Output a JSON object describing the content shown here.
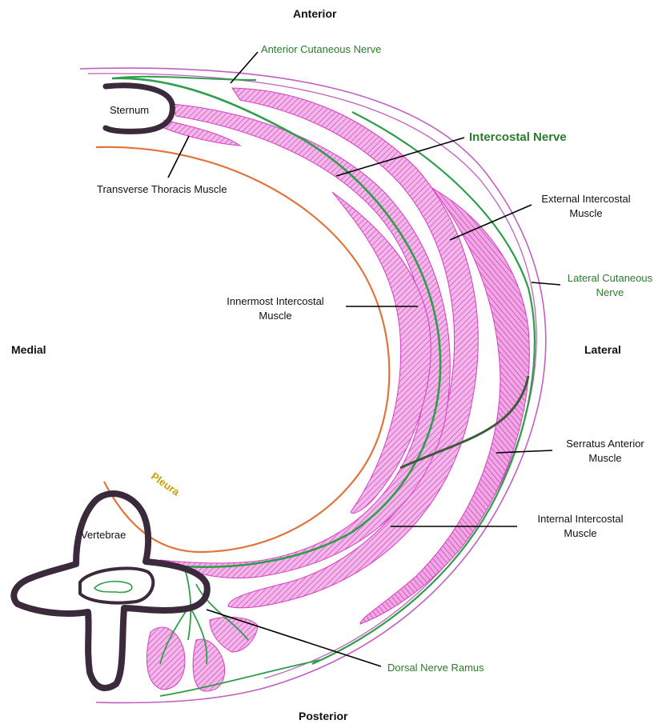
{
  "orientation": {
    "top": "Anterior",
    "bottom": "Posterior",
    "left": "Medial",
    "right": "Lateral"
  },
  "labels": {
    "anterior_cutaneous_nerve": "Anterior Cutaneous Nerve",
    "sternum": "Sternum",
    "intercostal_nerve": "Intercostal Nerve",
    "transverse_thoracis_muscle": "Transverse Thoracis Muscle",
    "external_intercostal_muscle": [
      "External Intercostal",
      "Muscle"
    ],
    "lateral_cutaneous_nerve": [
      "Lateral Cutaneous",
      "Nerve"
    ],
    "innermost_intercostal_muscle": [
      "Innermost Intercostal",
      "Muscle"
    ],
    "serratus_anterior_muscle": [
      "Serratus Anterior",
      "Muscle"
    ],
    "pleura": "Pleura",
    "vertebrae": "Vertebrae",
    "internal_intercostal_muscle": [
      "Internal Intercostal",
      "Muscle"
    ],
    "dorsal_nerve_ramus": "Dorsal Nerve Ramus"
  },
  "colors": {
    "muscle": "#d63fbf",
    "muscle_fill": "#e98fd8",
    "nerve": "#2e9e4a",
    "bone": "#3b2a3b",
    "pleura": "#e0743a",
    "outline": "#c060c0",
    "label_green": "#2a7d2a",
    "pleura_label": "#c9a000"
  }
}
